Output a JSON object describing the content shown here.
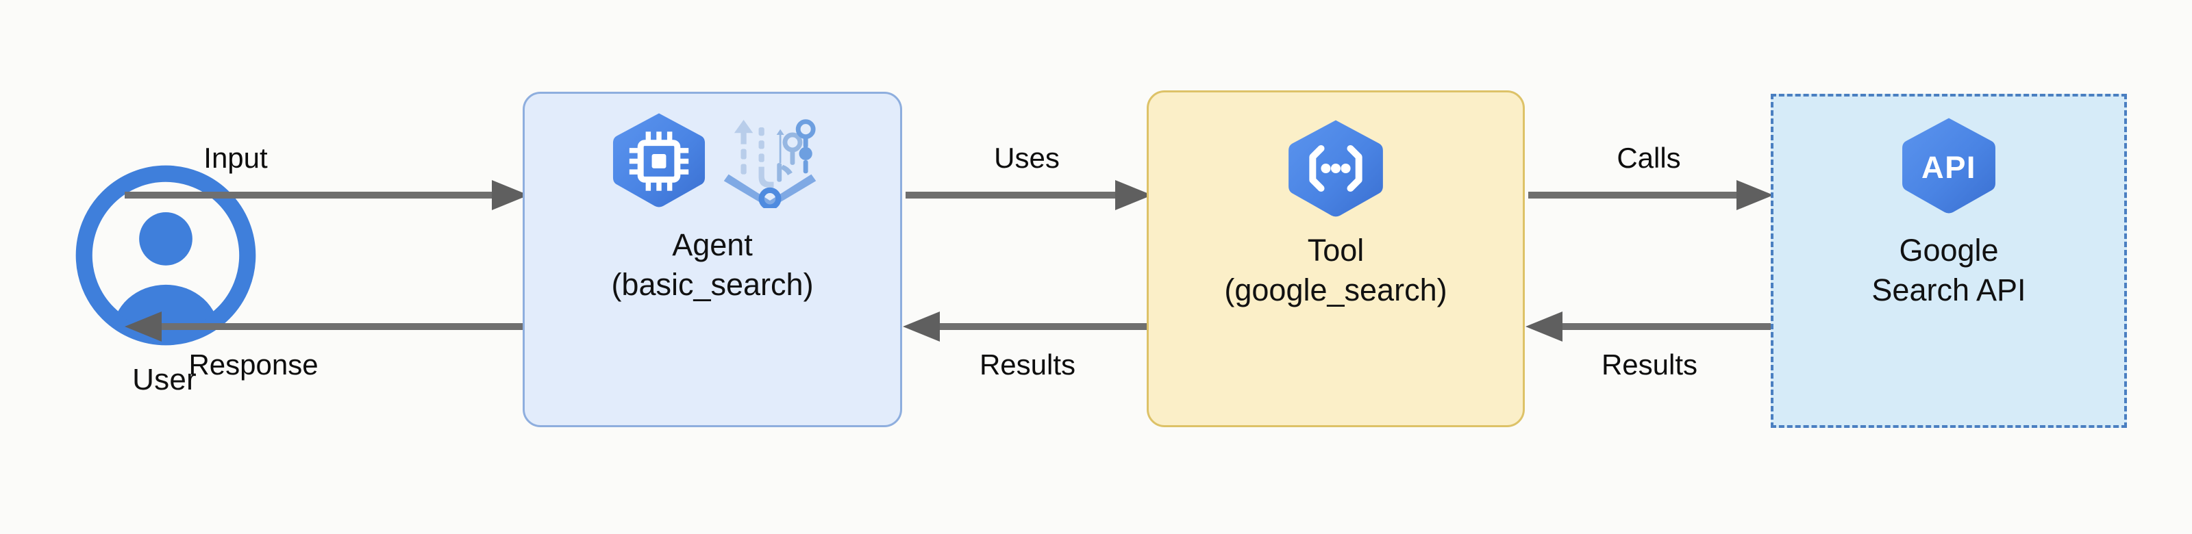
{
  "diagram": {
    "title": "Agent tool-use flow",
    "background_color": "#fbfbf9",
    "accent_blue": "#4a86e8",
    "arrow_color": "#6f6f6f",
    "nodes": [
      {
        "id": "user",
        "label": "User",
        "icon": "user-avatar-icon",
        "shape": "circle-avatar",
        "fill": "#3f7fdb"
      },
      {
        "id": "agent",
        "label_line1": "Agent",
        "label_line2": "(basic_search)",
        "icons": [
          "cpu-chip-hexagon-icon",
          "agent-workflow-icon"
        ],
        "shape": "rounded-rectangle",
        "fill": "#e2ecfb",
        "border_color": "#8eaede",
        "border_style": "solid"
      },
      {
        "id": "tool",
        "label_line1": "Tool",
        "label_line2": "(google_search)",
        "icons": [
          "code-brackets-hexagon-icon"
        ],
        "shape": "rounded-rectangle",
        "fill": "#fbefc8",
        "border_color": "#ddc268",
        "border_style": "solid"
      },
      {
        "id": "api",
        "label_line1": "Google",
        "label_line2": "Search API",
        "icons": [
          "api-hexagon-icon"
        ],
        "icon_text": "API",
        "shape": "rectangle",
        "fill": "#d6ebf8",
        "border_color": "#4a7fc1",
        "border_style": "dashed"
      }
    ],
    "edges": [
      {
        "id": "user-to-agent",
        "label": "Input",
        "from": "user",
        "to": "agent",
        "direction": "right"
      },
      {
        "id": "agent-to-user",
        "label": "Response",
        "from": "agent",
        "to": "user",
        "direction": "left"
      },
      {
        "id": "agent-to-tool",
        "label": "Uses",
        "from": "agent",
        "to": "tool",
        "direction": "right"
      },
      {
        "id": "tool-to-agent",
        "label": "Results",
        "from": "tool",
        "to": "agent",
        "direction": "left"
      },
      {
        "id": "tool-to-api",
        "label": "Calls",
        "from": "tool",
        "to": "api",
        "direction": "right"
      },
      {
        "id": "api-to-tool",
        "label": "Results",
        "from": "api",
        "to": "tool",
        "direction": "left"
      }
    ]
  }
}
